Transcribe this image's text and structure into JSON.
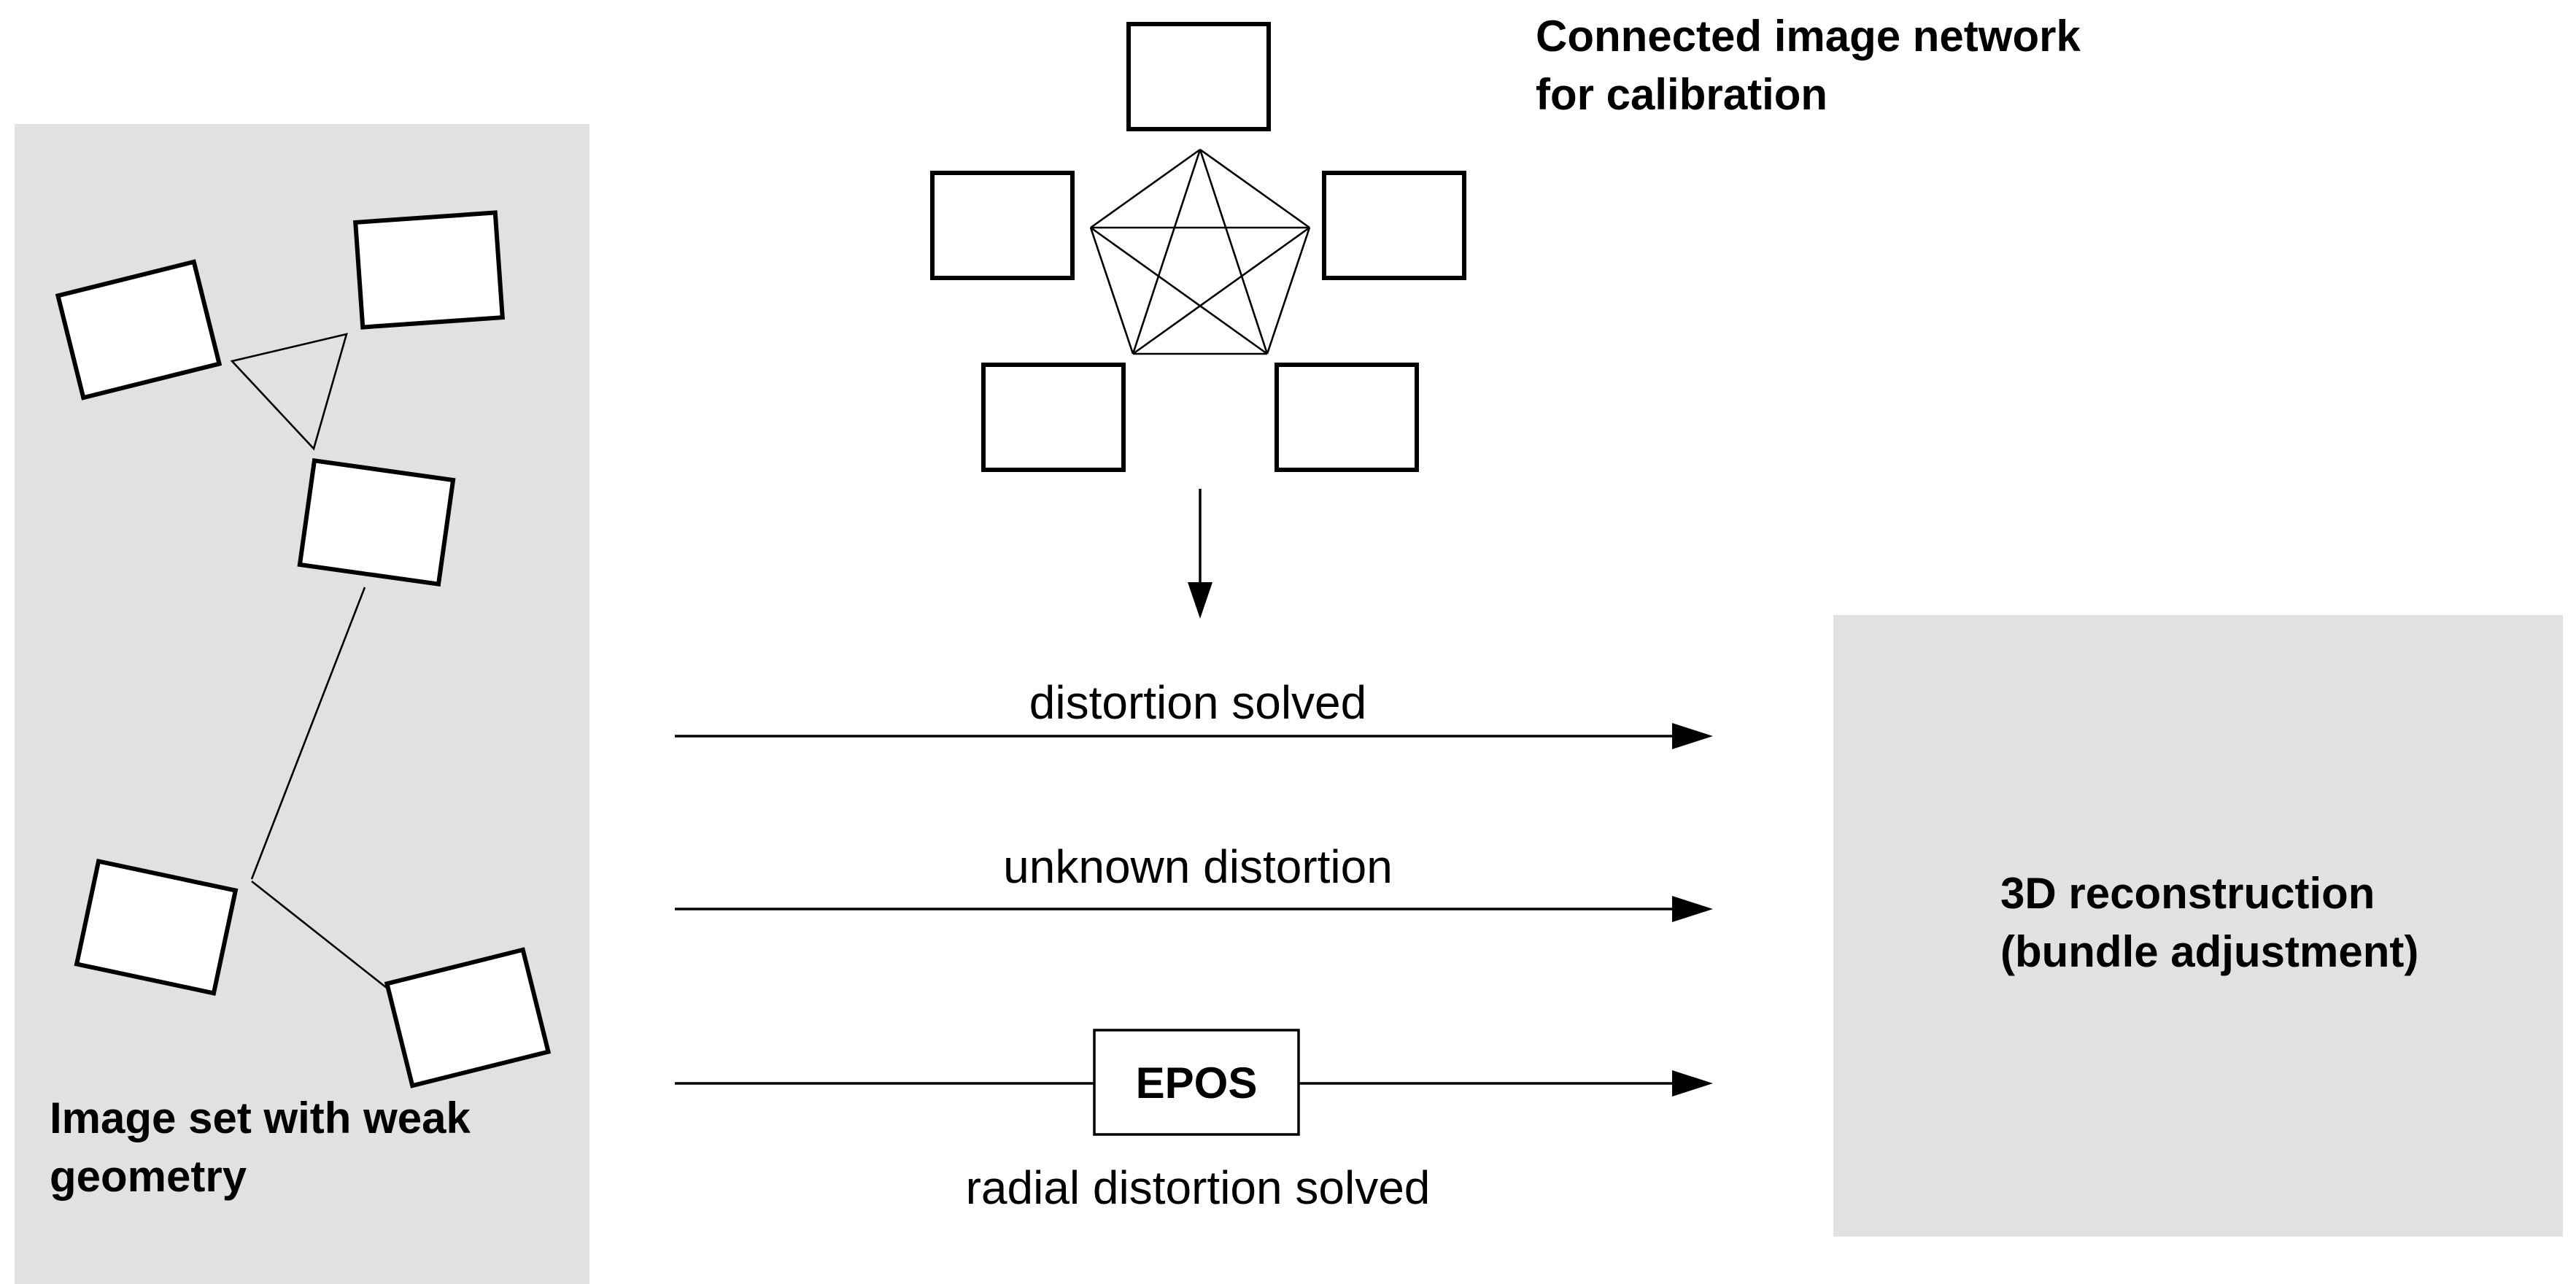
{
  "weak_set": {
    "title_line1": "Image set with weak",
    "title_line2": "geometry",
    "panel_color": "#e1e1e1"
  },
  "network": {
    "title_line1": "Connected image network",
    "title_line2": "for calibration"
  },
  "paths": {
    "top_label": "distortion solved",
    "middle_label": "unknown distortion",
    "bottom_box_label": "EPOS",
    "bottom_label": "radial distortion solved"
  },
  "reconstruction": {
    "title_line1": "3D reconstruction",
    "title_line2": "(bundle adjustment)",
    "panel_color": "#e1e1e1"
  }
}
